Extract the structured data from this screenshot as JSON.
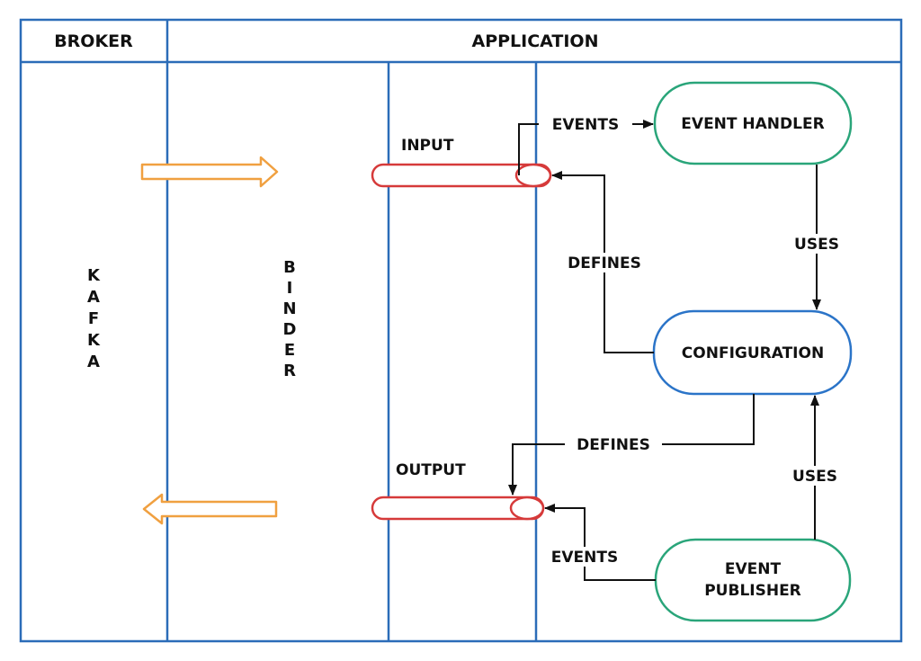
{
  "lanes": {
    "broker": "BROKER",
    "application": "APPLICATION"
  },
  "labels": {
    "kafka": "KAFKA",
    "binder": "BINDER"
  },
  "channels": {
    "input": "INPUT",
    "output": "OUTPUT"
  },
  "nodes": {
    "event_handler": "EVENT HANDLER",
    "configuration": "CONFIGURATION",
    "event_publisher_line1": "EVENT",
    "event_publisher_line2": "PUBLISHER"
  },
  "edges": {
    "events_to_handler": "EVENTS",
    "handler_uses_config": "USES",
    "config_defines_input": "DEFINES",
    "config_defines_output": "DEFINES",
    "publisher_uses_config": "USES",
    "publisher_events_output": "EVENTS"
  },
  "colors": {
    "lane_border": "#2b6cb8",
    "arrow_orange": "#f0a040",
    "channel_red": "#d63a3a",
    "handler_green": "#2aa57a",
    "config_blue": "#2b74c8",
    "publisher_green": "#2aa57a",
    "connector": "#111111"
  }
}
